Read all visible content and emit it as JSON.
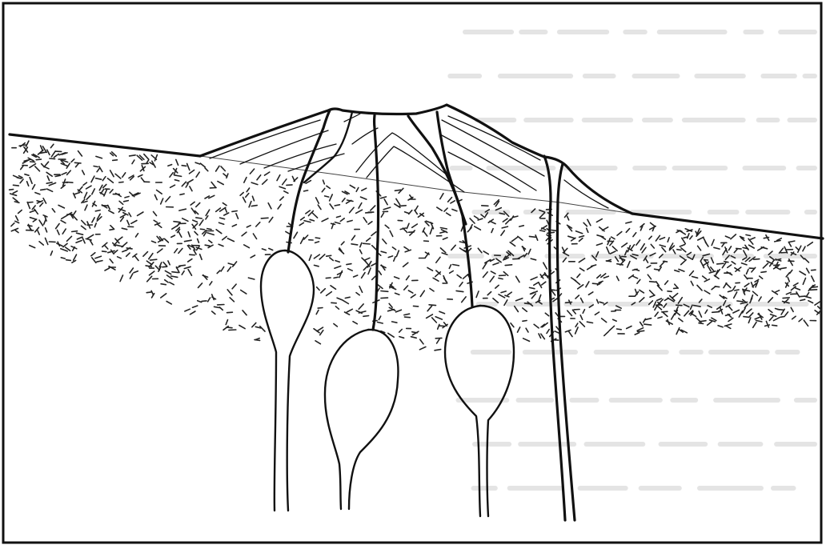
{
  "figure": {
    "subject": "cross-section-volcano-magma-chambers",
    "colors": {
      "background": "#ffffff",
      "ink": "#111111",
      "faint_text_bleed": "#e2e2e2"
    },
    "icons": {
      "border": "frame-border",
      "ground": "ground-surface-line",
      "cone": "volcanic-cone",
      "strata": "cone-strata-lines",
      "pattern": "dash-stipple-pattern",
      "chambers": "magma-chamber-bulbs",
      "conduits": "feeder-dike-conduits"
    }
  }
}
